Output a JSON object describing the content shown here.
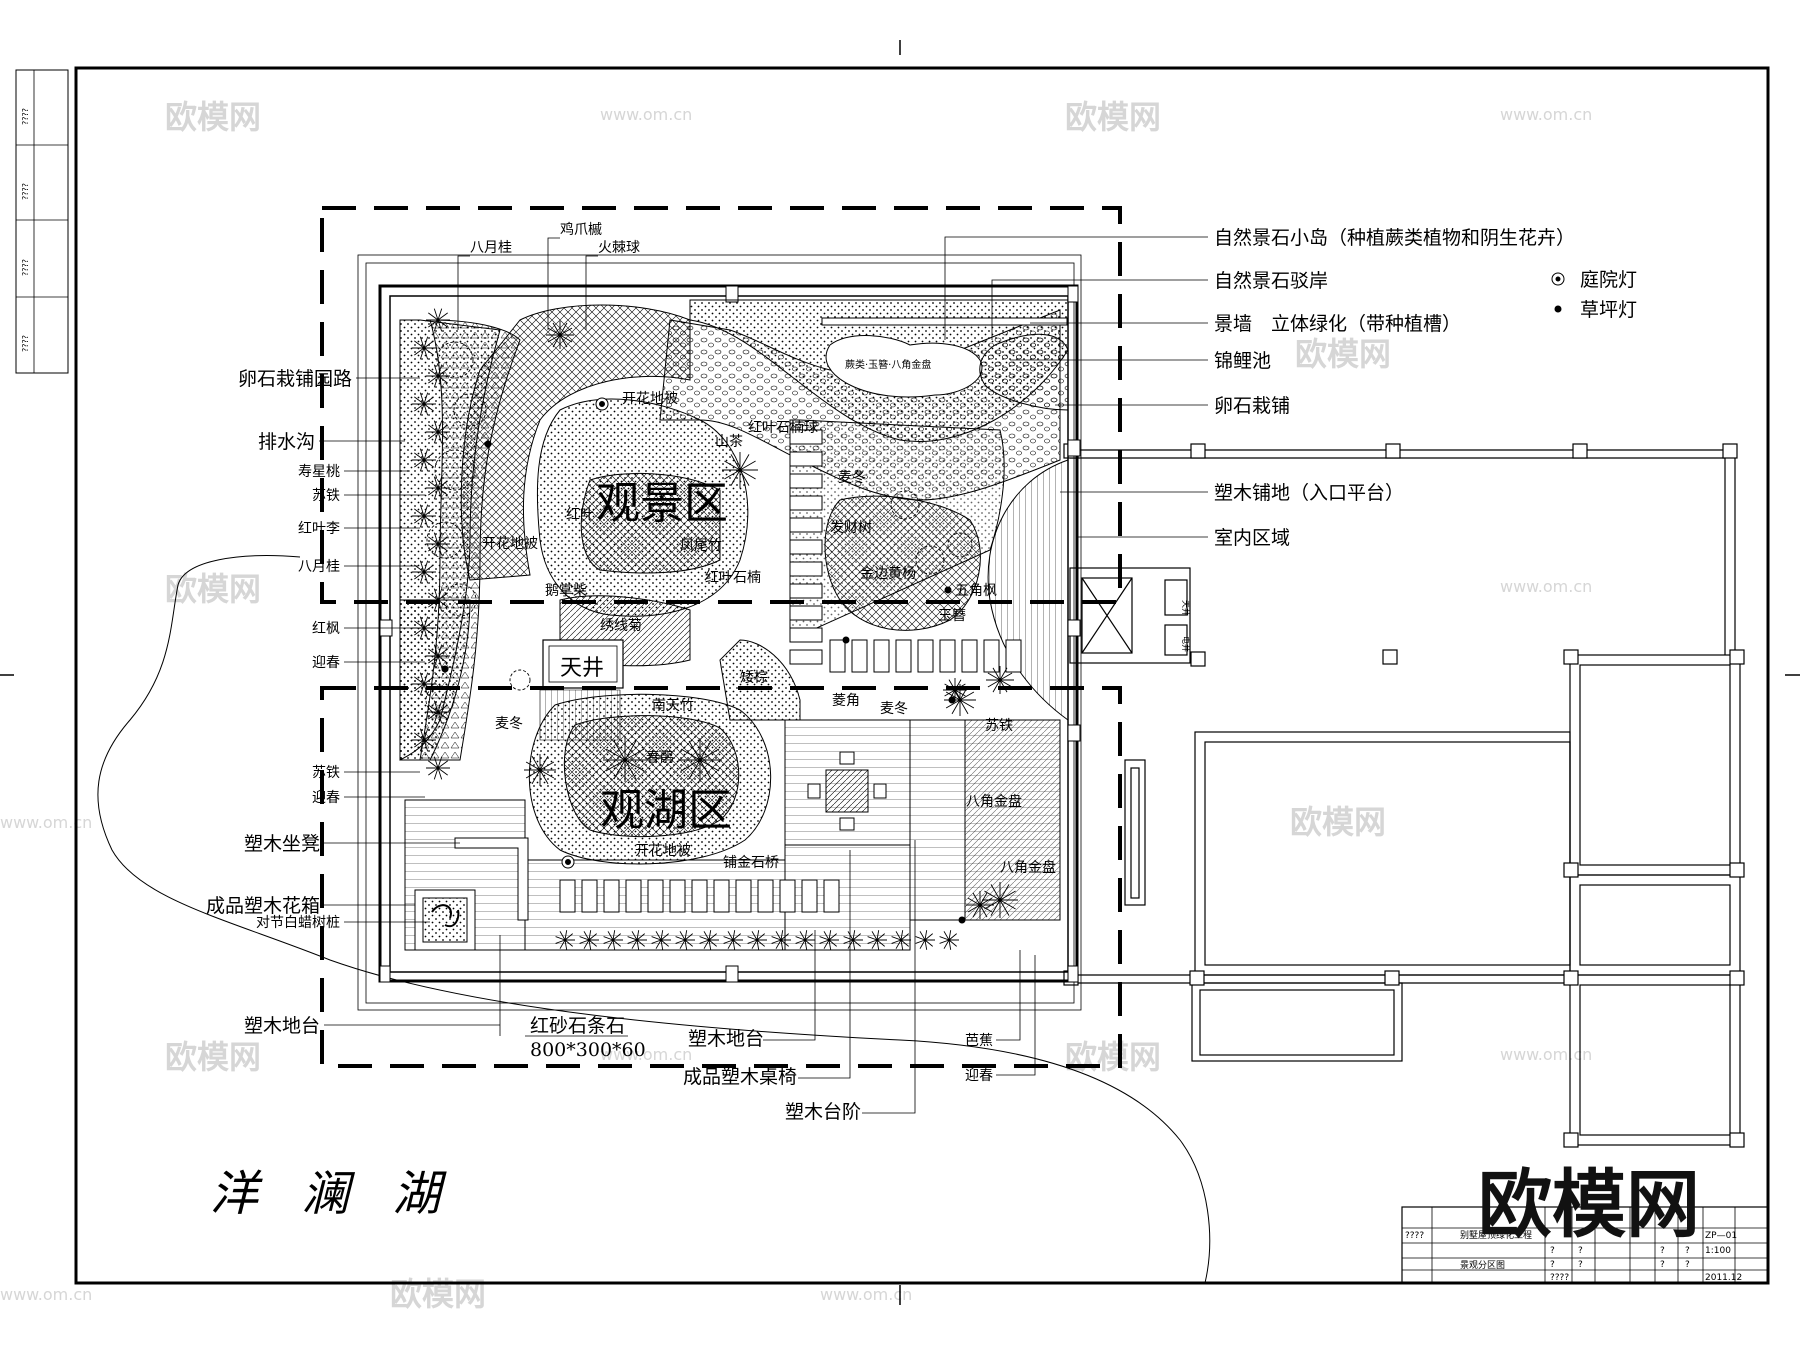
{
  "zones": {
    "viewing": "观景区",
    "lake": "观湖区"
  },
  "courtyard": "天井",
  "lake_name": "洋 澜 湖",
  "legend": [
    {
      "label": "庭院灯",
      "icon": "garden-lamp-icon"
    },
    {
      "label": "草坪灯",
      "icon": "lawn-lamp-icon"
    }
  ],
  "right_labels": [
    "自然景石小岛（种植蕨类植物和阴生花卉）",
    "自然景石驳岸",
    "景墙　立体绿化（带种植槽）",
    "锦鲤池",
    "卵石栽铺",
    "塑木铺地（入口平台）",
    "室内区域"
  ],
  "left_labels": [
    "卵石栽铺园路",
    "排水沟",
    "寿星桃",
    "苏铁",
    "红叶李",
    "八月桂",
    "红枫",
    "迎春",
    "苏铁",
    "迎春",
    "塑木坐凳",
    "成品塑木花箱",
    "对节白蜡树桩",
    "塑木地台"
  ],
  "top_labels": [
    "八月桂",
    "鸡爪槭",
    "火棘球"
  ],
  "bottom_labels": {
    "stone": "红砂石条石",
    "stone_size": "800*300*60",
    "deck": "塑木地台",
    "table": "成品塑木桌椅",
    "steps": "塑木台阶",
    "banana": "芭蕉",
    "jasmine": "迎春"
  },
  "plant_labels": [
    "开花地被",
    "山茶",
    "红叶石楠球",
    "麦冬",
    "红叶",
    "发财树",
    "凤尾竹",
    "红叶石楠",
    "金边黄杨",
    "五角枫",
    "玉簪",
    "开花地被",
    "鹅掌柴",
    "绣线菊",
    "矮棕",
    "南天竹",
    "麦冬",
    "春鹃",
    "麦冬",
    "菱角",
    "苏铁",
    "八角金盘",
    "八角金盘",
    "铺金石桥",
    "开花地被"
  ],
  "pond_island_text": "蕨类·玉簪·八角金盘",
  "small_rooms": [
    "天井",
    "电井"
  ],
  "title_block": {
    "project": "别墅屋顶绿化工程",
    "drawing": "景观分区图",
    "number": "ZP—01",
    "scale": "1:100",
    "date": "2011.12",
    "placeholder": "????",
    "q": "?"
  },
  "side_strip": [
    "????",
    "????",
    "????",
    "????"
  ],
  "watermarks": [
    "欧模网",
    "www.om.cn"
  ],
  "logo": "欧模网"
}
